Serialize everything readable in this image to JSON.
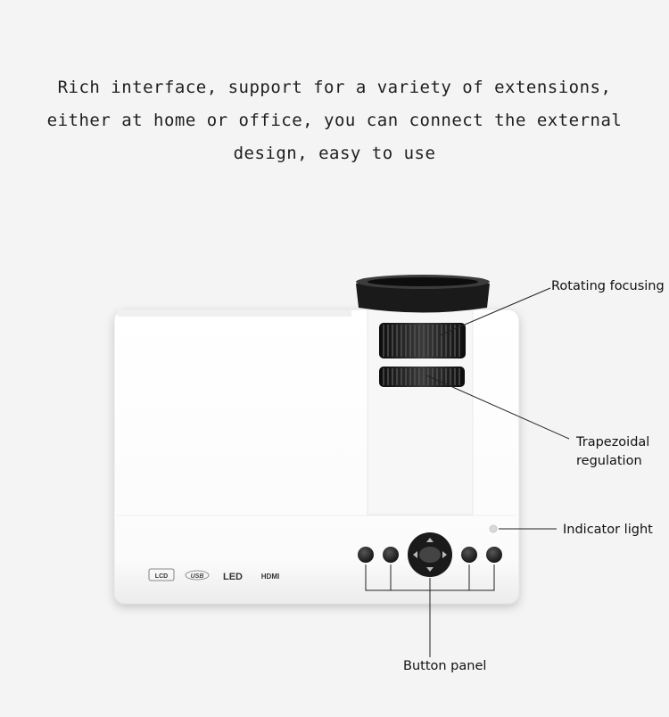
{
  "headline": {
    "line1": "Rich interface, support for a variety of extensions,",
    "line2": "either at home or office, you can connect the external",
    "line3": "design, easy to use"
  },
  "callouts": {
    "rotating_focusing": "Rotating focusing",
    "trapezoidal_line1": "Trapezoidal",
    "trapezoidal_line2": "regulation",
    "indicator_light": "Indicator light",
    "button_panel": "Button panel"
  },
  "badges": {
    "lcd": "LCD",
    "usb": "USB",
    "led": "LED",
    "hdmi": "HDMI"
  },
  "colors": {
    "background": "#f4f4f4",
    "body": "#ffffff",
    "lens": "#1a1a1a",
    "leader": "#222222"
  }
}
